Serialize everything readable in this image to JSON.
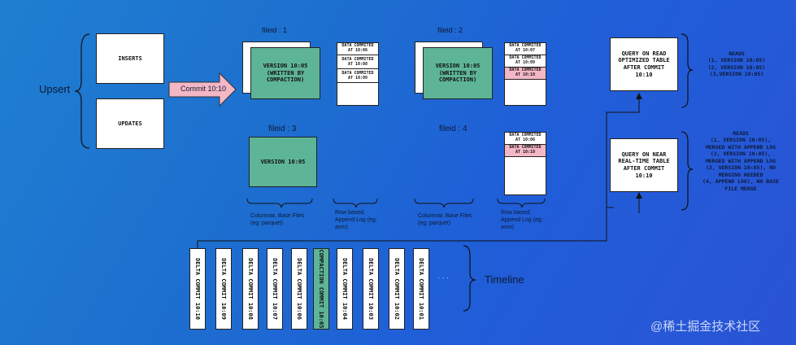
{
  "upsert_label": "Upsert",
  "inserts": "INSERTS",
  "updates": "UPDATES",
  "commit_arrow": "Commit 10:10",
  "file1": {
    "label": "fileid : 1",
    "version": "VERSION 10:05\n(WRITTEN BY\nCOMPACTION)",
    "log": [
      "DATA COMMITED\nAT 10:06",
      "DATA COMMITED\nAT 10:08",
      "DATA COMMITED\nAT 10:09"
    ]
  },
  "file2": {
    "label": "fileid : 2",
    "version": "VERSION 10:05\n(WRITTEN BY\nCOMPACTION)",
    "log": [
      "DATA COMMITED\nAT 10:07",
      "DATA COMMITED\nAT 10:09",
      "DATA COMMITED\nAT 10:10"
    ]
  },
  "file3": {
    "label": "fileid : 3",
    "version": "VERSION 10:05"
  },
  "file4": {
    "label": "fileid : 4",
    "log": [
      "DATA COMMITED\nAT 10:06",
      "DATA COMMITED\nAT 10:10"
    ]
  },
  "columnar_1": "Columnar, Base Files\n(eg: parquet)",
  "rowbased_1": "Row based,\nAppend Log (eg:\navro)",
  "columnar_2": "Columnar, Base Files\n(eg: parquet)",
  "rowbased_2": "Row based,\nAppend Log (eg:\navro)",
  "query_ro": "QUERY ON READ\nOPTIMIZED TABLE\nAFTER COMMIT\n10:10",
  "query_rt": "QUERY ON NEAR\nREAL-TIME TABLE\nAFTER COMMIT\n10:10",
  "reads_ro": "READS\n(1, VERSION 10:05)\n(2, VERSION 10:05)\n(3,VERSION 10:05)",
  "reads_rt": "READS\n(1, VERSION 10:05),\nMERGED WITH APPEND LOG\n(2, VERSION 10:05),\nMERGED WITH APPEND LOG\n(3, VERSION 10:05), NO\nMERGING NEEDED\n(4, APPEND LOG), NO BASE\nFILE MERGE",
  "timeline_label": "Timeline",
  "timeline": [
    "DELTA COMMIT 10:10",
    "DELTA COMMIT 10:09",
    "DELTA COMMIT 10:08",
    "DELTA COMMIT 10:07",
    "DELTA COMMIT 10:06",
    "COMPACTION COMMIT 10:05",
    "DELTA COMMIT 10:04",
    "DELTA COMMIT 10:03",
    "DELTA COMMIT 10:02",
    "DELTA COMMIT 10:01"
  ],
  "timeline_ellipsis": "· · ·",
  "watermark": "@稀土掘金技术社区",
  "colors": {
    "compaction": "#5eb496",
    "highlight": "#f4b7c6",
    "arrow": "#f4b7c6"
  }
}
